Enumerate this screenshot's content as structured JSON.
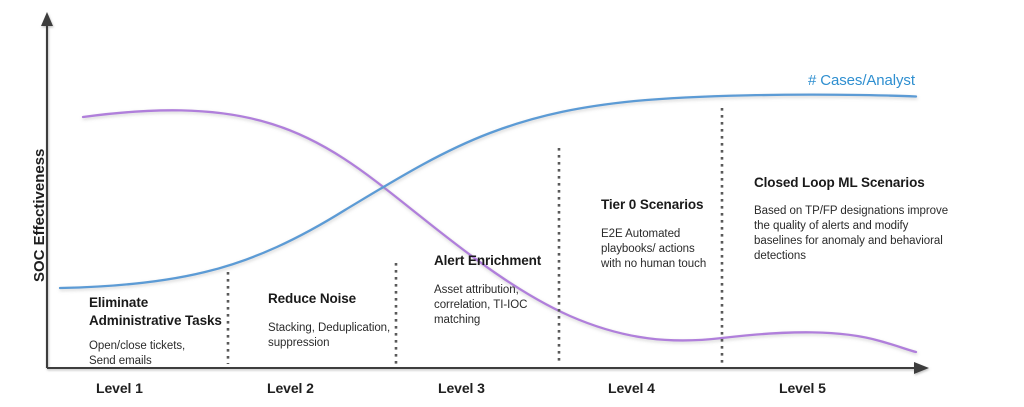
{
  "chart_data": {
    "type": "line",
    "title": "",
    "xlabel": "",
    "ylabel": "SOC Effectiveness",
    "categories": [
      "Level 1",
      "Level 2",
      "Level 3",
      "Level 4",
      "Level 5"
    ],
    "grid": false,
    "legend_position": "top-right",
    "annotations": [
      "Eliminate Administrative Tasks",
      "Reduce Noise",
      "Alert Enrichment",
      "Tier 0 Scenarios",
      "Closed Loop ML Scenarios"
    ],
    "series": [
      {
        "name": "# Cases/Analyst",
        "color": "#5b9bd5",
        "shape": "rising-s-curve",
        "values": [
          0.12,
          0.2,
          0.45,
          0.78,
          0.92
        ]
      },
      {
        "name": "SOC Effectiveness",
        "color": "#b07fdb",
        "shape": "falling-s-curve",
        "values": [
          0.88,
          0.85,
          0.55,
          0.2,
          0.1
        ]
      }
    ]
  },
  "axes": {
    "y_label": "SOC Effectiveness",
    "x_ticks": [
      {
        "label": "Level 1"
      },
      {
        "label": "Level 2"
      },
      {
        "label": "Level 3"
      },
      {
        "label": "Level 4"
      },
      {
        "label": "Level 5"
      }
    ]
  },
  "legend": {
    "cases_per_analyst": "# Cases/Analyst",
    "color": "#2f8fd0"
  },
  "stages": [
    {
      "id": "level-1",
      "title_line1": "Eliminate",
      "title_line2": "Administrative Tasks",
      "desc_line1": "Open/close tickets,",
      "desc_line2": "Send emails"
    },
    {
      "id": "level-2",
      "title_line1": "Reduce Noise",
      "title_line2": "",
      "desc_line1": "Stacking, Deduplication,",
      "desc_line2": "suppression"
    },
    {
      "id": "level-3",
      "title_line1": "Alert Enrichment",
      "title_line2": "",
      "desc_line1": "Asset attribution,",
      "desc_line2": "correlation, TI-IOC",
      "desc_line3": "matching"
    },
    {
      "id": "level-4",
      "title_line1": "Tier 0 Scenarios",
      "title_line2": "",
      "desc_line1": "E2E Automated",
      "desc_line2": "playbooks/ actions",
      "desc_line3": "with no human touch"
    },
    {
      "id": "level-5",
      "title_line1": "Closed Loop ML Scenarios",
      "title_line2": "",
      "desc_line1": "Based on TP/FP designations improve",
      "desc_line2": "the quality of alerts and modify",
      "desc_line3": "baselines for anomaly and behavioral",
      "desc_line4": "detections"
    }
  ],
  "colors": {
    "blue_curve": "#5b9bd5",
    "purple_curve": "#b07fdb",
    "axis": "#404040",
    "divider": "#595959"
  }
}
